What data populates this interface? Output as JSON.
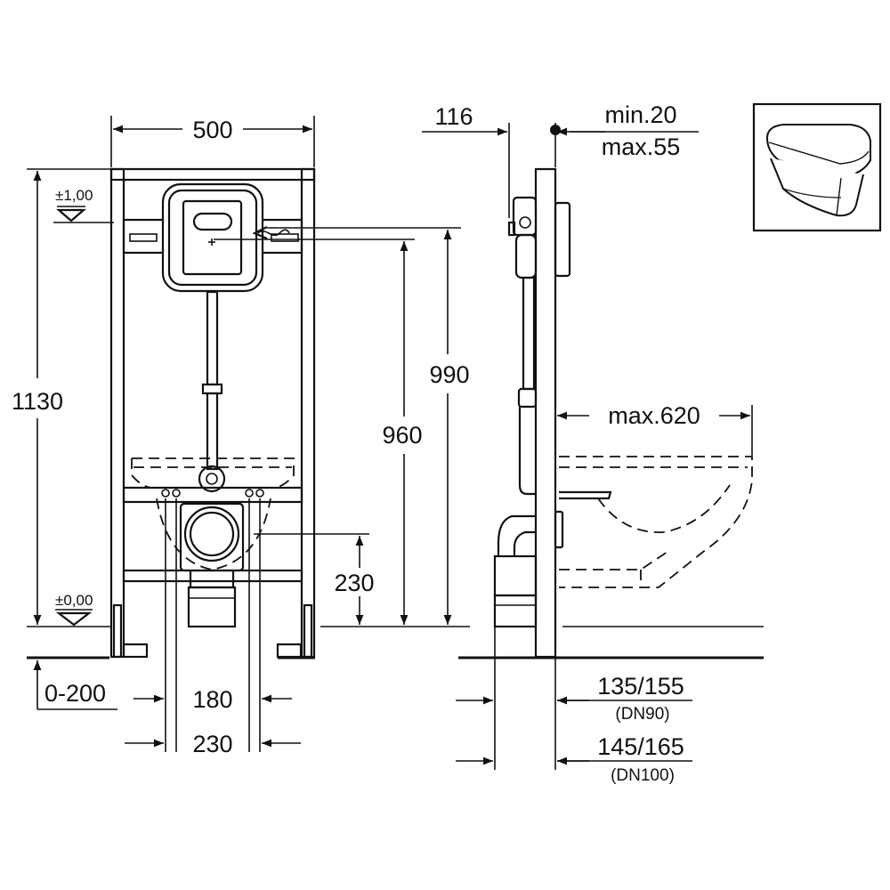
{
  "drawing": {
    "width_label": "500",
    "height_label": "1130",
    "level_top_label": "±1,00",
    "level_bottom_label": "±0,00",
    "dim_990": "990",
    "dim_960": "960",
    "dim_230_outlet": "230",
    "dim_floor_range": "0-200",
    "dim_180": "180",
    "dim_230_bottom": "230",
    "dim_116": "116",
    "wall_min": "min.20",
    "wall_max": "max.55",
    "bowl_max": "max.620",
    "pipe_dn90_range": "135/155",
    "pipe_dn90": "(DN90)",
    "pipe_dn100_range": "145/165",
    "pipe_dn100": "(DN100)"
  }
}
